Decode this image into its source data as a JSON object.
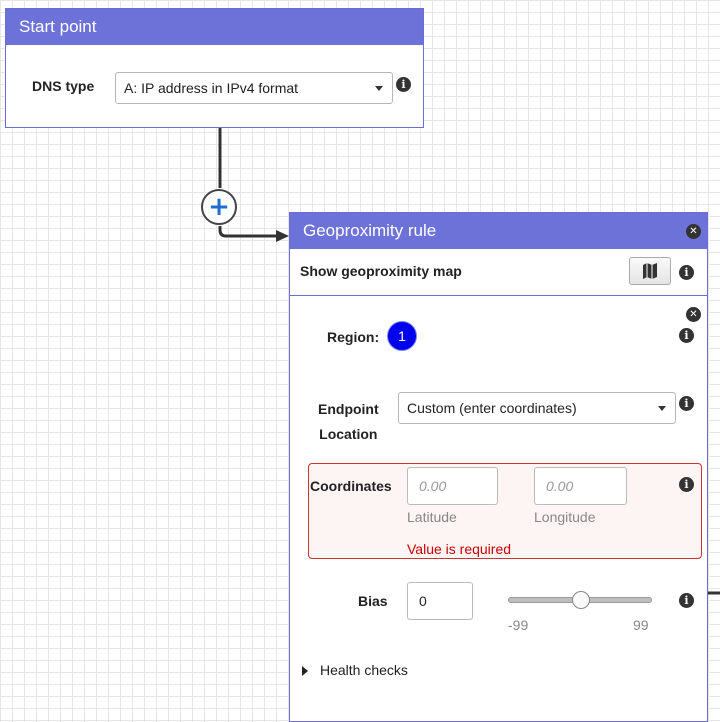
{
  "start_panel": {
    "title": "Start point",
    "dns_type_label": "DNS type",
    "dns_type_value": "A: IP address in IPv4 format"
  },
  "connector": {
    "add_glyph": "+"
  },
  "geo_panel": {
    "title": "Geoproximity rule",
    "show_map_label": "Show geoproximity map",
    "region_label": "Region:",
    "region_number": "1",
    "endpoint_label_line1": "Endpoint",
    "endpoint_label_line2": "Location",
    "endpoint_value": "Custom (enter coordinates)",
    "coordinates_label": "Coordinates",
    "latitude_placeholder": "0.00",
    "longitude_placeholder": "0.00",
    "latitude_label": "Latitude",
    "longitude_label": "Longitude",
    "error_text": "Value is required",
    "bias_label": "Bias",
    "bias_value": "0",
    "bias_min": "-99",
    "bias_max": "99",
    "bias_slider_level": 0.5,
    "health_checks_label": "Health checks"
  },
  "colors": {
    "panel_header": "#6c72d8",
    "region_badge": "#0000ee",
    "error": "#cc0000",
    "add_icon": "#1f6fd1"
  },
  "icons": [
    "info-icon",
    "close-icon",
    "map-icon",
    "plus-icon",
    "caret-right-icon",
    "chevron-down-icon"
  ]
}
